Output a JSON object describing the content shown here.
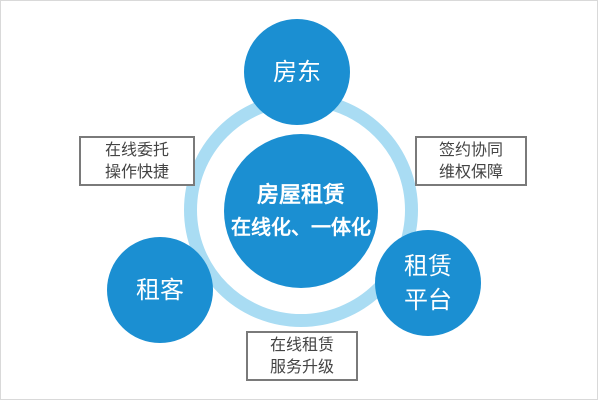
{
  "diagram": {
    "center": {
      "line1": "房屋租赁",
      "line2": "在线化、一体化"
    },
    "nodes": {
      "top": {
        "line1": "房东"
      },
      "left": {
        "line1": "租客"
      },
      "right": {
        "line1": "租赁",
        "line2": "平台"
      }
    },
    "labels": {
      "left": {
        "line1": "在线委托",
        "line2": "操作快捷"
      },
      "right": {
        "line1": "签约协同",
        "line2": "维权保障"
      },
      "bottom": {
        "line1": "在线租赁",
        "line2": "服务升级"
      }
    },
    "colors": {
      "circle": "#1b8fd2",
      "ring": "#a9dcf3",
      "box_border": "#7a7a7a"
    }
  }
}
